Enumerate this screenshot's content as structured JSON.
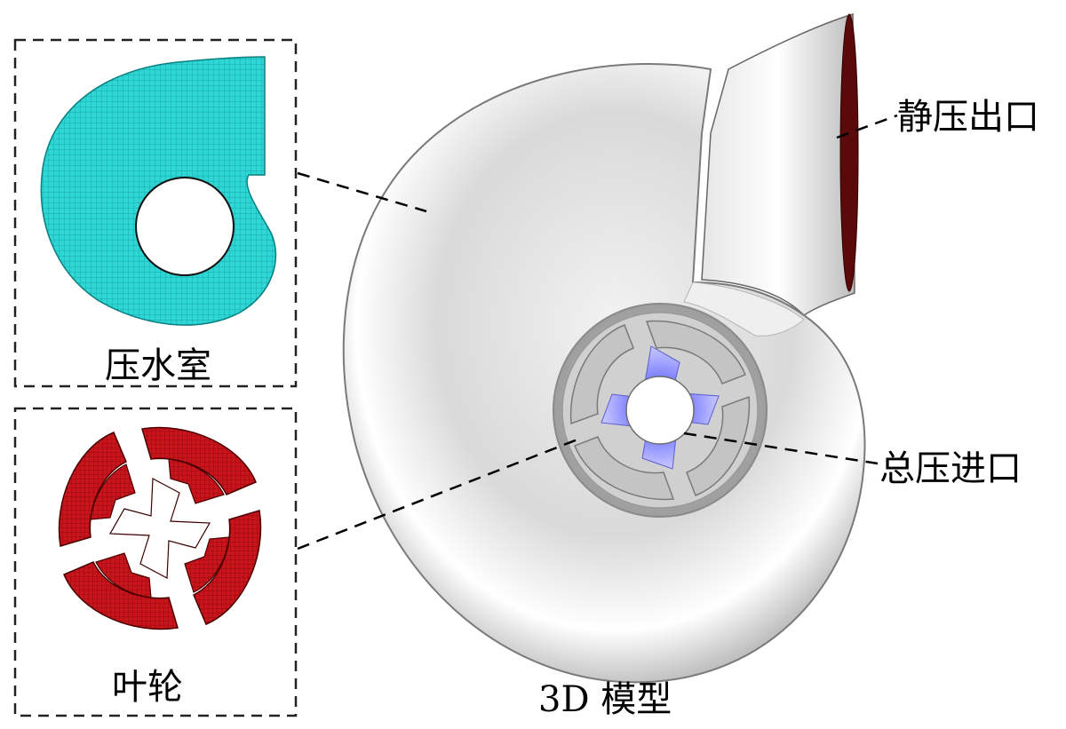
{
  "labels": {
    "volute": "压水室",
    "impeller": "叶轮",
    "model_3d": "3D 模型",
    "static_pressure_outlet": "静压出口",
    "total_pressure_inlet": "总压进口"
  },
  "colors": {
    "volute_mesh": "#2fd6d6",
    "impeller_mesh": "#c8141a",
    "model_surface": "#e8e8e8",
    "inlet_fluid": "#8a8cff",
    "outlet_face": "#5a0a0a"
  },
  "parts": {
    "impeller_blade_count": 4
  }
}
